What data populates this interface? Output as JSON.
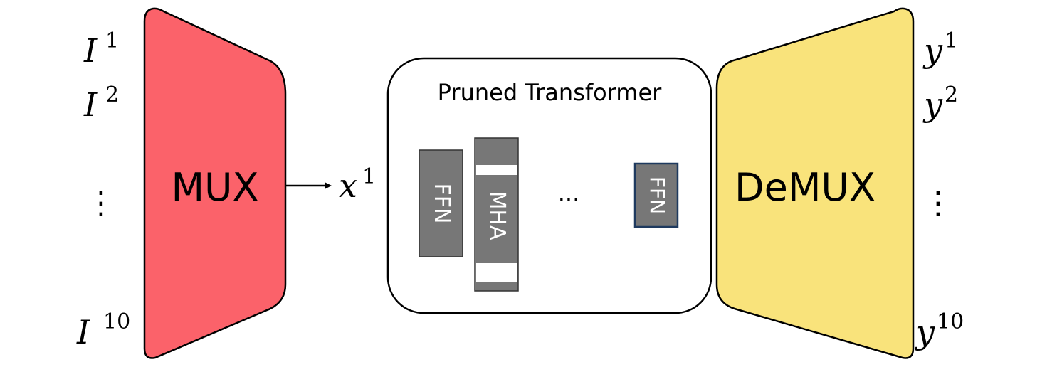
{
  "inputs": {
    "first": {
      "base": "I",
      "sup": "1"
    },
    "second": {
      "base": "I",
      "sup": "2"
    },
    "dots": "⋮",
    "last": {
      "base": "I",
      "sup": "10"
    }
  },
  "mux": {
    "label": "MUX",
    "color": "#fb626a"
  },
  "arrow_output": {
    "base": "x",
    "sup": "1"
  },
  "transformer": {
    "title": "Pruned Transformer",
    "blocks": [
      "FFN",
      "MHA",
      "FFN"
    ],
    "ellipsis": "...",
    "block_color": "#777777",
    "highlight_border": "#1f3a5f"
  },
  "demux": {
    "label": "DeMUX",
    "color": "#f9e37b"
  },
  "outputs": {
    "first": {
      "base": "y",
      "sup": "1"
    },
    "second": {
      "base": "y",
      "sup": "2"
    },
    "dots": "⋮",
    "last": {
      "base": "y",
      "sup": "10"
    }
  }
}
